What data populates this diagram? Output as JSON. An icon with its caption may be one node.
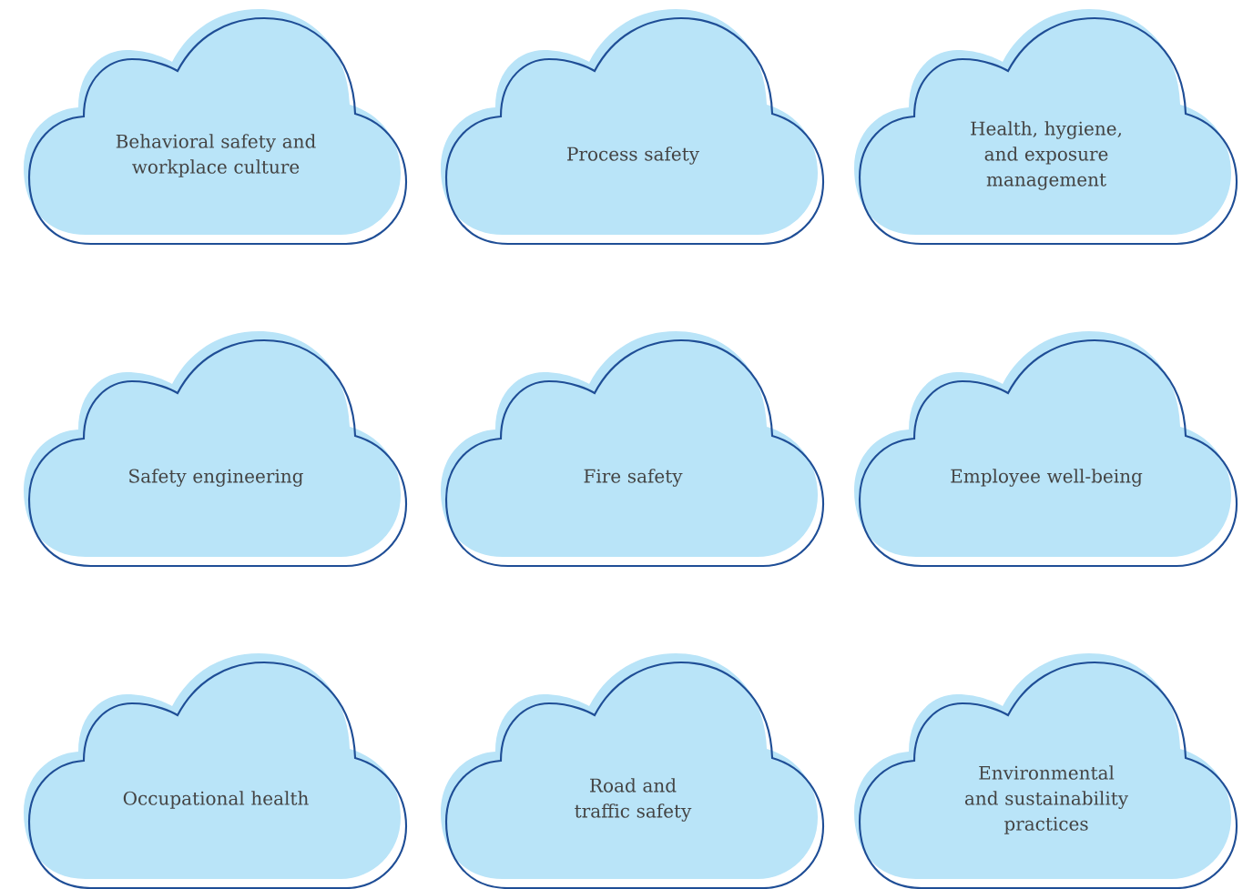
{
  "diagram": {
    "nodes": [
      {
        "text": [
          "Behavioral safety and workplace culture"
        ]
      },
      {
        "text": [
          "Process safety"
        ]
      },
      {
        "text": [
          "Health, hygiene, and exposure management"
        ]
      },
      {
        "text": [
          "Safety engineering"
        ]
      },
      {
        "text": [
          "Fire safety"
        ]
      },
      {
        "text": [
          "Employee well-being"
        ]
      },
      {
        "text": [
          "Occupational health"
        ]
      },
      {
        "text": [
          "Road and traffic safety"
        ]
      },
      {
        "text": [
          "Environmental and sustainability practices"
        ]
      }
    ]
  }
}
